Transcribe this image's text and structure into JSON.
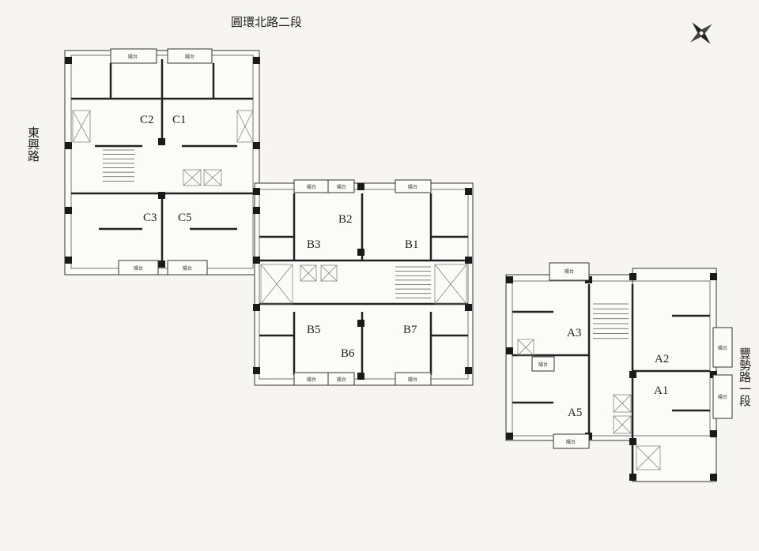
{
  "streets": {
    "top": "圓環北路二段",
    "left": "東興路",
    "right": "豐勢路一段"
  },
  "balcony_label": "陽台",
  "buildings": {
    "C": {
      "units": [
        "C2",
        "C1",
        "C3",
        "C5"
      ]
    },
    "B": {
      "units": [
        "B2",
        "B3",
        "B1",
        "B5",
        "B6",
        "B7"
      ]
    },
    "A": {
      "units": [
        "A3",
        "A2",
        "A1",
        "A5"
      ]
    }
  },
  "compass": "north-arrow-icon"
}
